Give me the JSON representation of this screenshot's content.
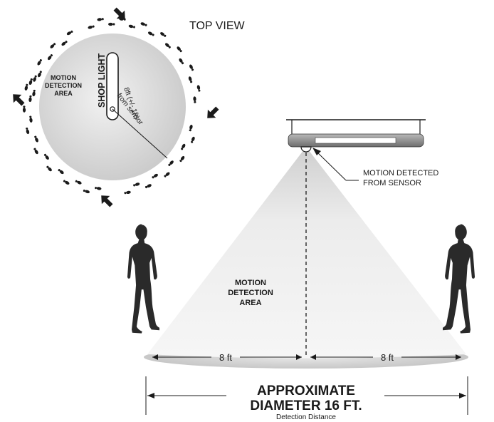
{
  "labels": {
    "top_view": "TOP VIEW",
    "shop_light": "SHOP LIGHT",
    "detection_area_top_l1": "MOTION",
    "detection_area_top_l2": "DETECTION",
    "detection_area_top_l3": "AREA",
    "distance_l1": "8ft (+/- 1ft)",
    "distance_l2": "from sensor",
    "sensor_callout_l1": "MOTION DETECTED",
    "sensor_callout_l2": "FROM SENSOR",
    "detection_area_side_l1": "MOTION",
    "detection_area_side_l2": "DETECTION",
    "detection_area_side_l3": "AREA",
    "radius_left": "8 ft",
    "radius_right": "8 ft",
    "diameter_l1": "APPROXIMATE",
    "diameter_l2": "DIAMETER 16 FT.",
    "diameter_sub": "Detection Distance"
  },
  "icons": [
    "footprint-icon",
    "arrow-icon",
    "person-silhouette-icon",
    "motion-sensor-icon",
    "shop-light-fixture-icon"
  ],
  "colors": {
    "ink": "#1a1a1a",
    "cone_light": "#f3f3f3",
    "cone_dark": "#cfcfcf",
    "floor_ellipse": "#d6d6d6",
    "circle_fill": "#dedede",
    "fixture": "#8a8a8a"
  }
}
